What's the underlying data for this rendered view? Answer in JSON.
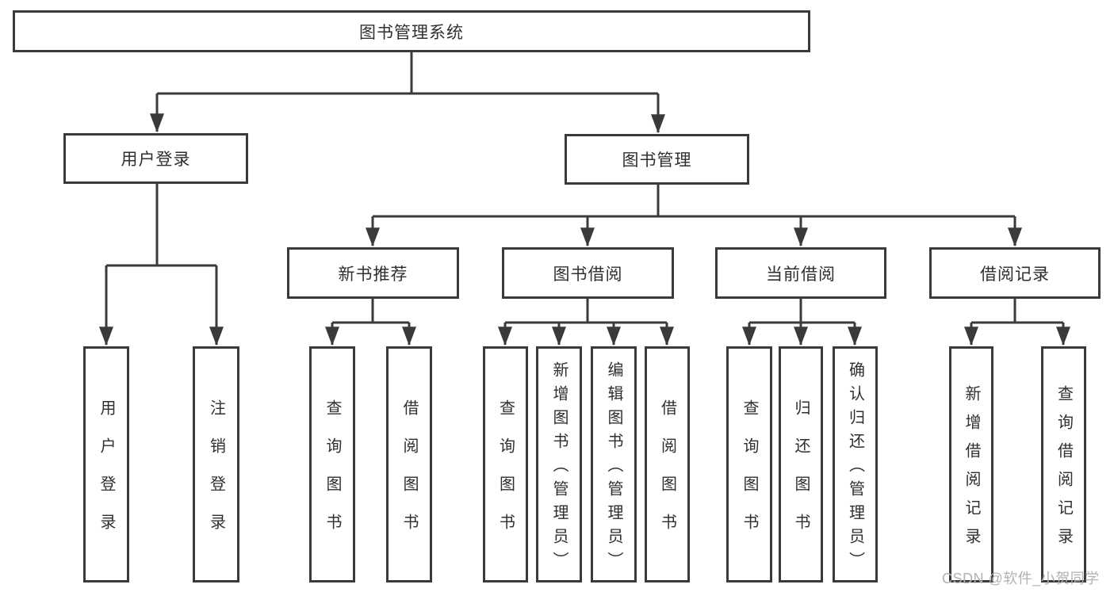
{
  "diagram": {
    "line_color": "#3a3a3a",
    "root": {
      "label": "图书管理系统"
    },
    "branches": [
      {
        "label": "用户登录",
        "children": [
          {
            "label": "用户登录"
          },
          {
            "label": "注销登录"
          }
        ]
      },
      {
        "label": "图书管理",
        "children": [
          {
            "label": "新书推荐",
            "children": [
              {
                "label": "查询图书"
              },
              {
                "label": "借阅图书"
              }
            ]
          },
          {
            "label": "图书借阅",
            "children": [
              {
                "label": "查询图书"
              },
              {
                "label": "新增图书（管理员）"
              },
              {
                "label": "编辑图书（管理员）"
              },
              {
                "label": "借阅图书"
              }
            ]
          },
          {
            "label": "当前借阅",
            "children": [
              {
                "label": "查询图书"
              },
              {
                "label": "归还图书"
              },
              {
                "label": "确认归还（管理员）"
              }
            ]
          },
          {
            "label": "借阅记录",
            "children": [
              {
                "label": "新增借阅记录"
              },
              {
                "label": "查询借阅记录"
              }
            ]
          }
        ]
      }
    ]
  },
  "watermark": {
    "text": "CSDN @软件_小贺同学"
  }
}
